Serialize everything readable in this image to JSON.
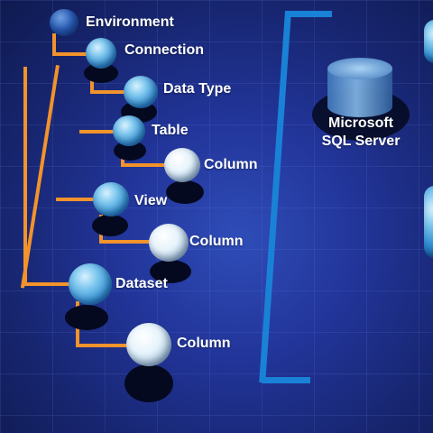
{
  "diagram": {
    "nodes": [
      {
        "id": "environment",
        "label": "Environment"
      },
      {
        "id": "connection",
        "label": "Connection"
      },
      {
        "id": "data_type",
        "label": "Data Type"
      },
      {
        "id": "table",
        "label": "Table"
      },
      {
        "id": "table_column",
        "label": "Column"
      },
      {
        "id": "view",
        "label": "View"
      },
      {
        "id": "view_column",
        "label": "Column"
      },
      {
        "id": "dataset",
        "label": "Dataset"
      },
      {
        "id": "dataset_column",
        "label": "Column"
      }
    ],
    "edges": [
      {
        "from": "environment",
        "to": "connection"
      },
      {
        "from": "connection",
        "to": "data_type"
      },
      {
        "from": "connection",
        "to": "table"
      },
      {
        "from": "connection",
        "to": "view"
      },
      {
        "from": "connection",
        "to": "dataset"
      },
      {
        "from": "table",
        "to": "table_column"
      },
      {
        "from": "view",
        "to": "view_column"
      },
      {
        "from": "dataset",
        "to": "dataset_column"
      }
    ],
    "database": {
      "label_line1": "Microsoft",
      "label_line2": "SQL Server"
    }
  },
  "colors": {
    "background": "#22359a",
    "tree_lines": "#f2932b",
    "bracket": "#1a82d6",
    "orb": "#2f8cd0",
    "label_text": "#ffffff"
  }
}
